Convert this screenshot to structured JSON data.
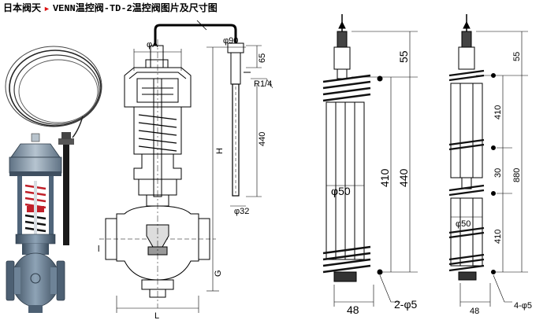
{
  "title": {
    "brand": "日本阀天",
    "model": "VENN温控阀-TD-2温控阀图片及尺寸图"
  },
  "diagram1": {
    "labels": {
      "phiA": "φA",
      "phi90": "φ90",
      "d65": "65",
      "r14": "R1/4",
      "d440": "440",
      "H": "H",
      "phi32": "φ32",
      "G": "G",
      "L": "L",
      "l": "l"
    }
  },
  "diagram2": {
    "labels": {
      "d55": "55",
      "d410": "410",
      "d440": "440",
      "phi50": "φ50",
      "d48": "48",
      "holes": "2-φ5"
    }
  },
  "diagram3": {
    "labels": {
      "d55": "55",
      "d410a": "410",
      "d30": "30",
      "d880": "880",
      "phi50": "φ50",
      "d410b": "410",
      "d48": "48",
      "holes": "4-φ5"
    }
  },
  "colors": {
    "valve_body": "#6a7f92",
    "valve_dark": "#2c3a47",
    "spring_red": "#c0202a",
    "spring_black": "#111111"
  }
}
